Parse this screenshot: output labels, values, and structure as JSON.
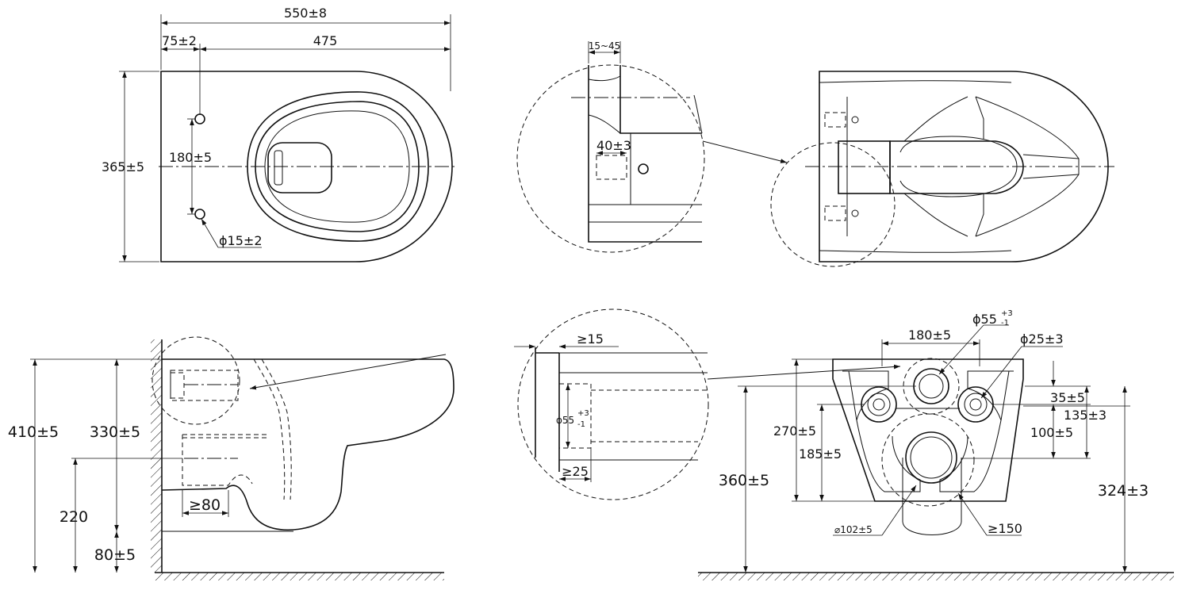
{
  "top_plan": {
    "overall_width": "550±8",
    "fix_offset": "75±2",
    "body_length": "475",
    "overall_depth": "365±5",
    "fix_spacing": "180±5",
    "fix_hole": "ϕ15±2"
  },
  "top_detail": {
    "wall_range": "15~45",
    "slot_width": "40±3"
  },
  "side_view": {
    "total_height": "410±5",
    "body_height": "330±5",
    "outlet_height": "220",
    "bottom_clearance": "80±5",
    "outlet_length": "≥80"
  },
  "side_detail": {
    "min_gap": "≥15",
    "inlet_dia": "ϕ55",
    "inlet_tol_upper": "+3",
    "inlet_tol_lower": "-1",
    "min_depth": "≥25"
  },
  "rear_view": {
    "hole_spacing": "180±5",
    "inlet_dia": "ϕ55",
    "inlet_tol_upper": "+3",
    "inlet_tol_lower": "-1",
    "bolt_dia": "ϕ25±3",
    "bolt_offset": "35±5",
    "bolt_height": "135±3",
    "outlet_offset": "100±5",
    "height_270": "270±5",
    "height_185": "185±5",
    "height_360": "360±5",
    "height_324": "324±3",
    "outlet_dia": "⌀102±5",
    "outlet_min": "≥150"
  }
}
